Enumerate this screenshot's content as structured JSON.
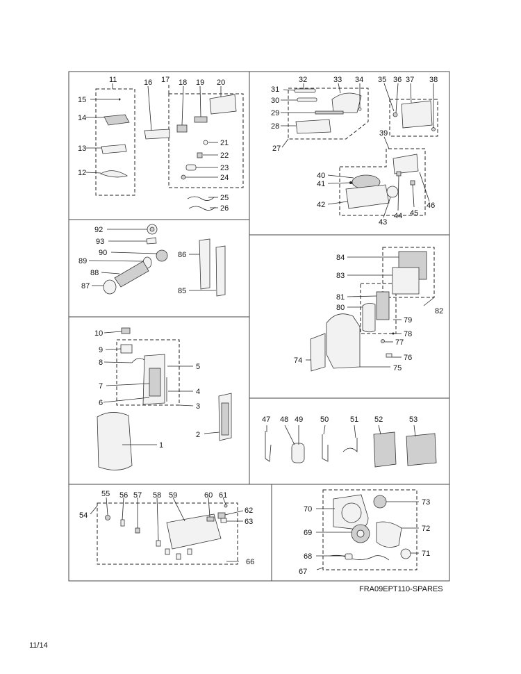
{
  "doc": {
    "code": "FRA09EPT110-SPARES",
    "page": "11/14"
  },
  "labels": {
    "l1": "1",
    "l2": "2",
    "l3": "3",
    "l4": "4",
    "l5": "5",
    "l6": "6",
    "l7": "7",
    "l8": "8",
    "l9": "9",
    "l10": "10",
    "l11": "11",
    "l12": "12",
    "l13": "13",
    "l14": "14",
    "l15": "15",
    "l16": "16",
    "l17": "17",
    "l18": "18",
    "l19": "19",
    "l20": "20",
    "l21": "21",
    "l22": "22",
    "l23": "23",
    "l24": "24",
    "l25": "25",
    "l26": "26",
    "l27": "27",
    "l28": "28",
    "l29": "29",
    "l30": "30",
    "l31": "31",
    "l32": "32",
    "l33": "33",
    "l34": "34",
    "l35": "35",
    "l36": "36",
    "l37": "37",
    "l38": "38",
    "l39": "39",
    "l40": "40",
    "l41": "41",
    "l42": "42",
    "l43": "43",
    "l44": "44",
    "l45": "45",
    "l46": "46",
    "l47": "47",
    "l48": "48",
    "l49": "49",
    "l50": "50",
    "l51": "51",
    "l52": "52",
    "l53": "53",
    "l54": "54",
    "l55": "55",
    "l56": "56",
    "l57": "57",
    "l58": "58",
    "l59": "59",
    "l60": "60",
    "l61": "61",
    "l62": "62",
    "l63": "63",
    "l66": "66",
    "l67": "67",
    "l68": "68",
    "l69": "69",
    "l70": "70",
    "l71": "71",
    "l72": "72",
    "l73": "73",
    "l74": "74",
    "l75": "75",
    "l76": "76",
    "l77": "77",
    "l78": "78",
    "l79": "79",
    "l80": "80",
    "l81": "81",
    "l82": "82",
    "l83": "83",
    "l84": "84",
    "l85": "85",
    "l86": "86",
    "l87": "87",
    "l88": "88",
    "l89": "89",
    "l90": "90",
    "l92": "92",
    "l93": "93"
  }
}
